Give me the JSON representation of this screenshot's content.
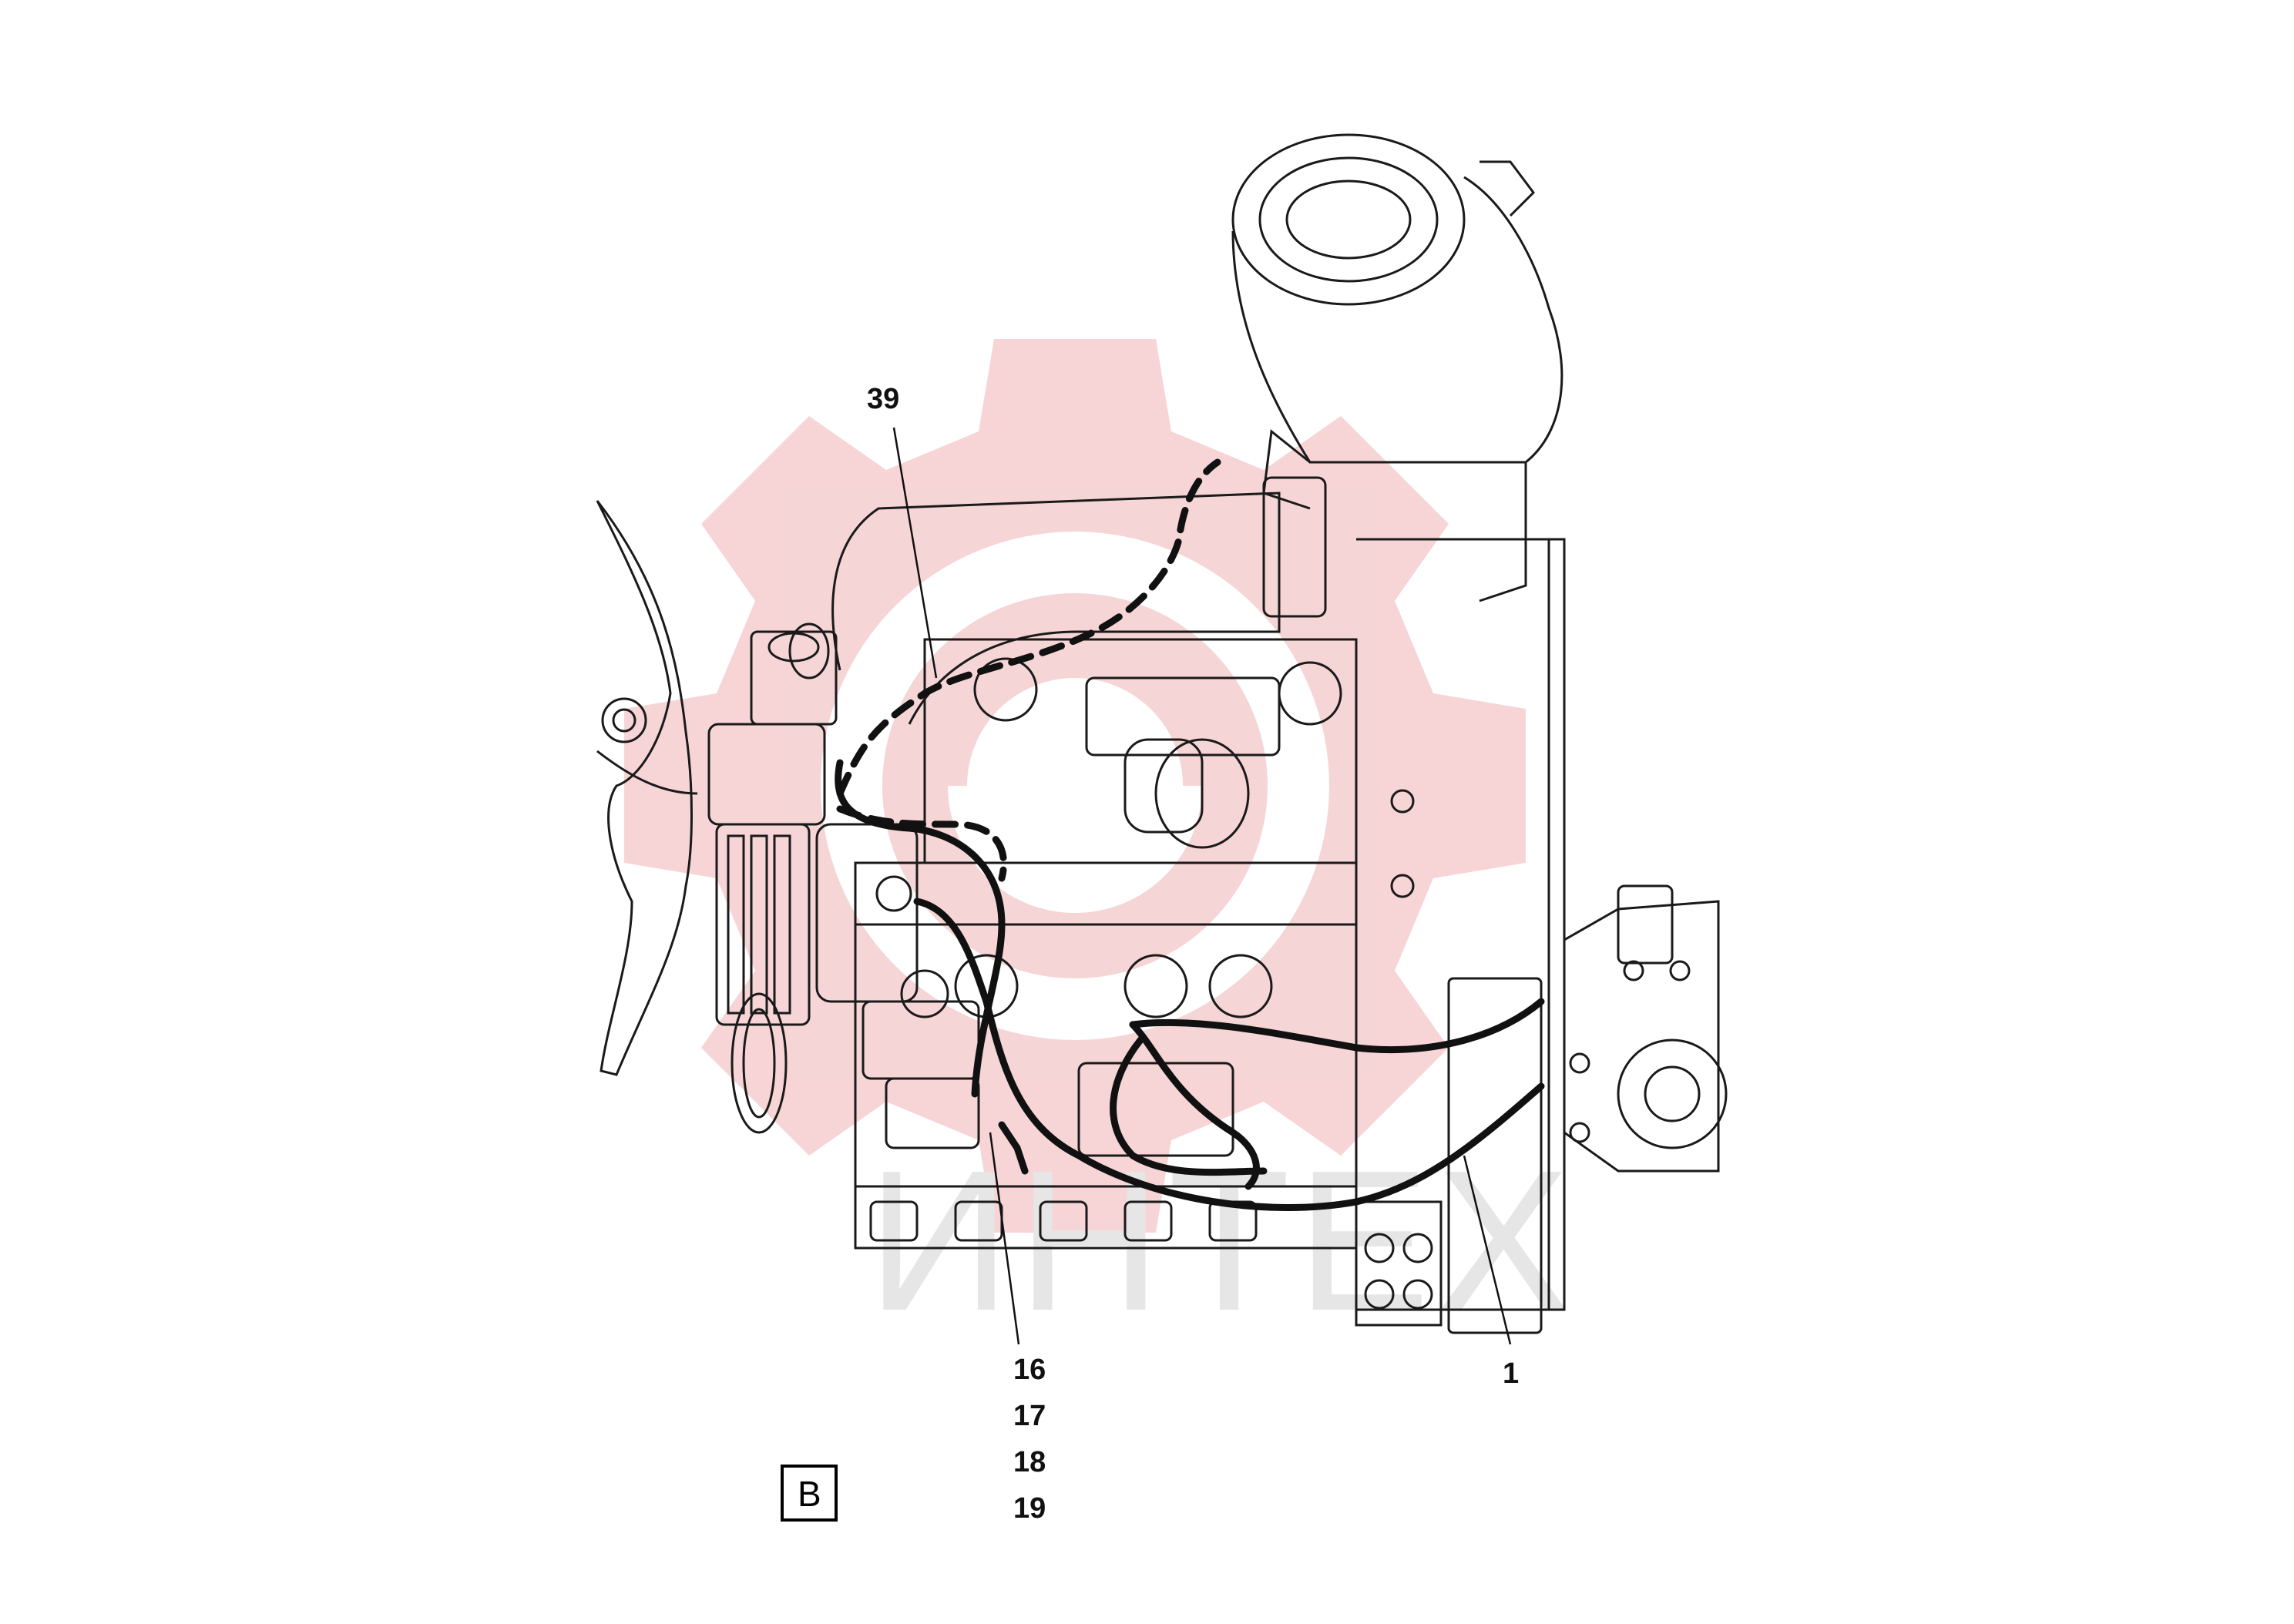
{
  "diagram": {
    "watermark": {
      "text": "ИНТЕХ",
      "gear_color": "#f4c7c9",
      "text_color": "#e6e6e6"
    },
    "line_color": "#1a1a1a",
    "harness_color": "#111111",
    "callouts": [
      {
        "label": "39"
      },
      {
        "label": "16"
      },
      {
        "label": "17"
      },
      {
        "label": "18"
      },
      {
        "label": "19"
      },
      {
        "label": "1"
      }
    ],
    "view_marker": {
      "letter": "B"
    }
  }
}
